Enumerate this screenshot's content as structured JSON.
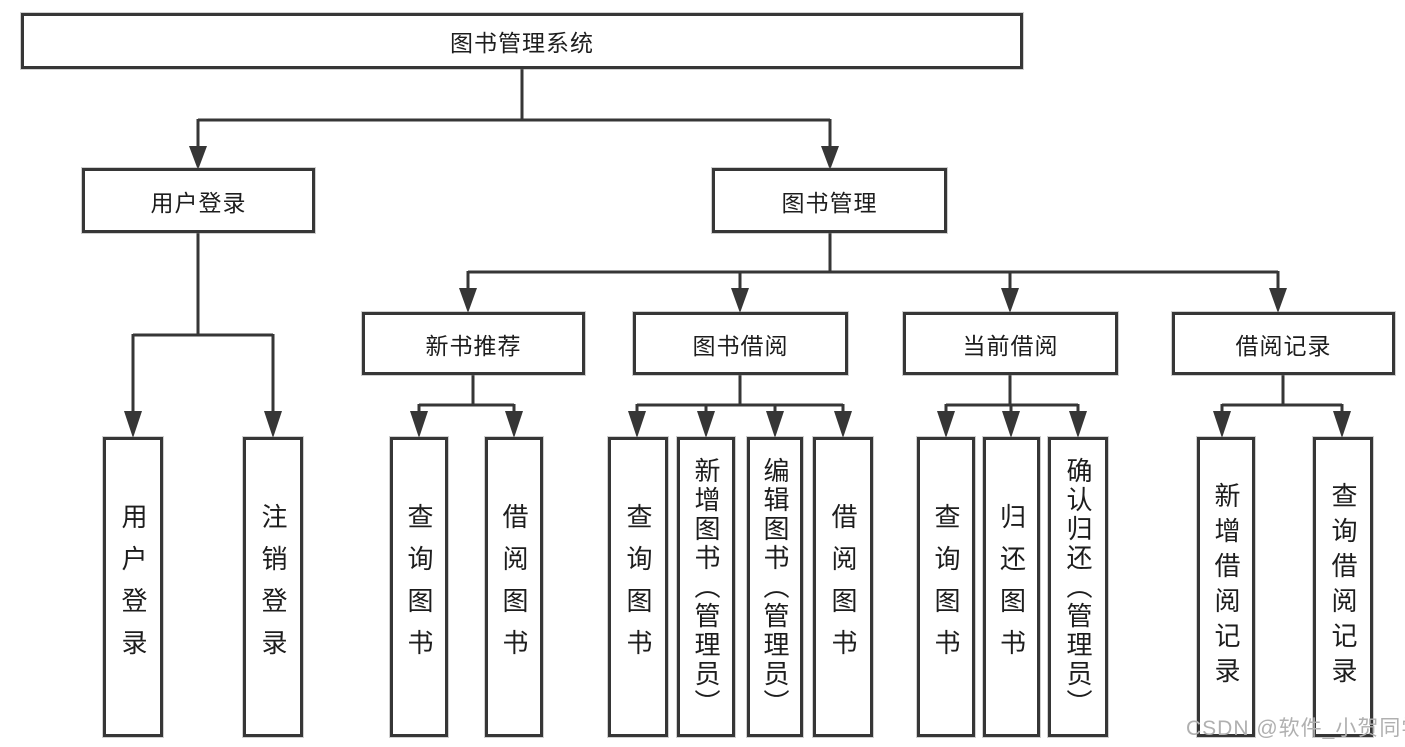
{
  "tree": {
    "label": "图书管理系统",
    "children": [
      {
        "label": "用户登录",
        "children": [
          {
            "label": "用户登录"
          },
          {
            "label": "注销登录"
          }
        ]
      },
      {
        "label": "图书管理",
        "children": [
          {
            "label": "新书推荐",
            "children": [
              {
                "label": "查询图书"
              },
              {
                "label": "借阅图书"
              }
            ]
          },
          {
            "label": "图书借阅",
            "children": [
              {
                "label": "查询图书"
              },
              {
                "label": "新增图书（管理员）"
              },
              {
                "label": "编辑图书（管理员）"
              },
              {
                "label": "借阅图书"
              }
            ]
          },
          {
            "label": "当前借阅",
            "children": [
              {
                "label": "查询图书"
              },
              {
                "label": "归还图书"
              },
              {
                "label": "确认归还（管理员）"
              }
            ]
          },
          {
            "label": "借阅记录",
            "children": [
              {
                "label": "新增借阅记录"
              },
              {
                "label": "查询借阅记录"
              }
            ]
          }
        ]
      }
    ]
  },
  "watermark": "CSDN @软件_小贺同学",
  "colors": {
    "line": "#363636",
    "text": "#1d1d1d",
    "background": "#ffffff",
    "watermark": "#b0b0b0"
  }
}
